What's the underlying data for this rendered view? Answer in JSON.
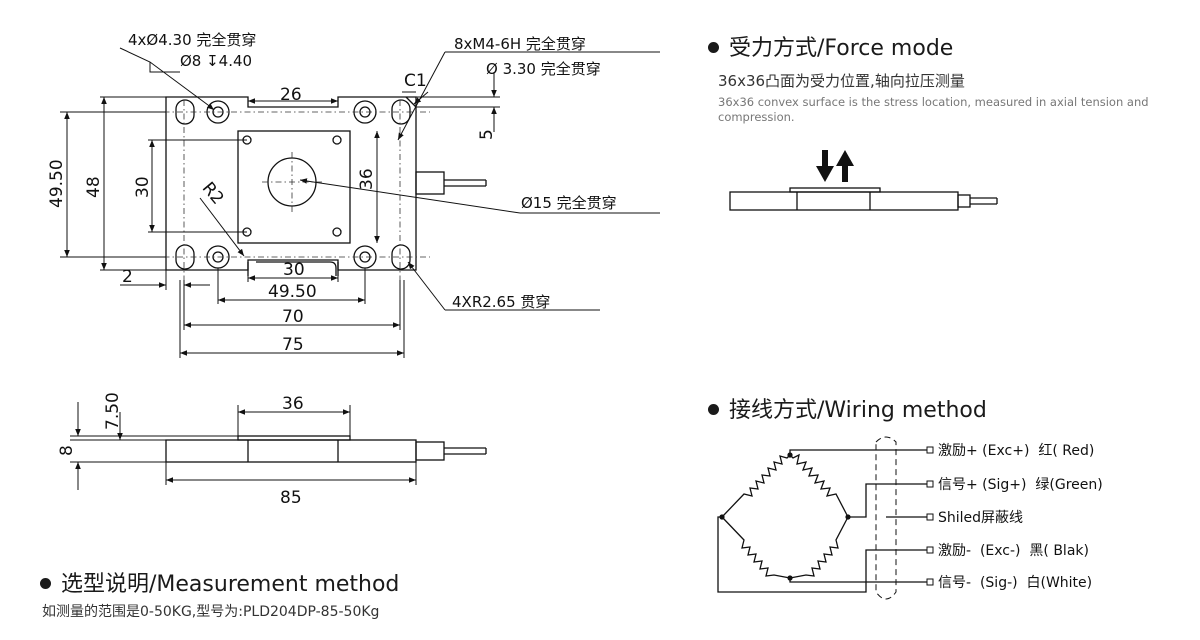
{
  "drawing": {
    "notes": {
      "mount_holes": "4xØ4.30 完全贯穿",
      "counterbore": "Ø8 ↧4.40",
      "threads": "8xM4-6H 完全贯穿",
      "thread_drill": "Ø 3.30 完全贯穿",
      "chamfer": "C1",
      "center_hole": "Ø15 完全贯穿",
      "slot": "4XR2.65 贯穿",
      "radius": "R2"
    },
    "dims": {
      "top_26": "26",
      "right_5": "5",
      "left_49_50": "49.50",
      "left_48": "48",
      "inner_30_v": "30",
      "inner_36_v": "36",
      "bottom_30": "30",
      "bottom_49_50": "49.50",
      "bottom_70": "70",
      "bottom_75": "75",
      "left_2": "2",
      "side_7_50": "7.50",
      "side_8": "8",
      "side_36": "36",
      "side_85": "85"
    }
  },
  "force_mode": {
    "title": "受力方式/Force mode",
    "desc_cn": "36x36凸面为受力位置,轴向拉压测量",
    "desc_en": "36x36 convex surface is the stress location, measured in axial tension and compression."
  },
  "wiring": {
    "title": "接线方式/Wiring method",
    "labels": [
      "激励+ (Exc+)  红( Red)",
      "信号+ (Sig+)  绿(Green)",
      "Shiled屏蔽线",
      "激励-  (Exc-)  黑( Blak)",
      "信号-  (Sig-)  白(White)"
    ]
  },
  "measurement": {
    "title": "选型说明/Measurement method",
    "desc": "如测量的范围是0-50KG,型号为:PLD204DP-85-50Kg"
  }
}
